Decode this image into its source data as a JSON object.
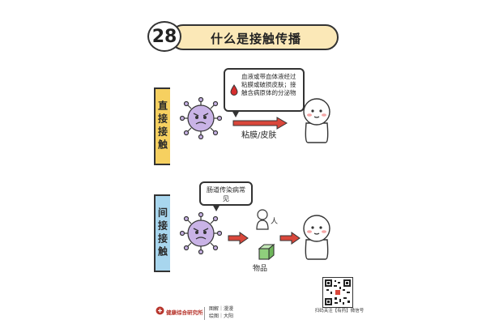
{
  "header": {
    "number": "28",
    "title": "什么是接触传播"
  },
  "direct": {
    "tag": "直接接触",
    "bubble_text": "血液或带血体液经过粘膜或破损皮肤；接触含病原体的分泌物",
    "route_label": "粘膜/皮肤"
  },
  "indirect": {
    "tag": "间接接触",
    "bubble_text": "肠道传染病常见",
    "person_label": "人",
    "object_label": "物品"
  },
  "qr": {
    "caption": "扫码关注【有药】微信号"
  },
  "footer": {
    "org": "健康综合研究所",
    "credit_1": "图解｜漫漫",
    "credit_2": "绘图｜大阳"
  },
  "colors": {
    "banner": "#fbe8b7",
    "direct_tag": "#f6d060",
    "indirect_tag": "#a8d6ee",
    "virus": "#c9b3e6",
    "arrow": "#d9473b",
    "blood": "#d62e2e",
    "cube": "#8fcf7c",
    "brand_red": "#b8372e"
  }
}
